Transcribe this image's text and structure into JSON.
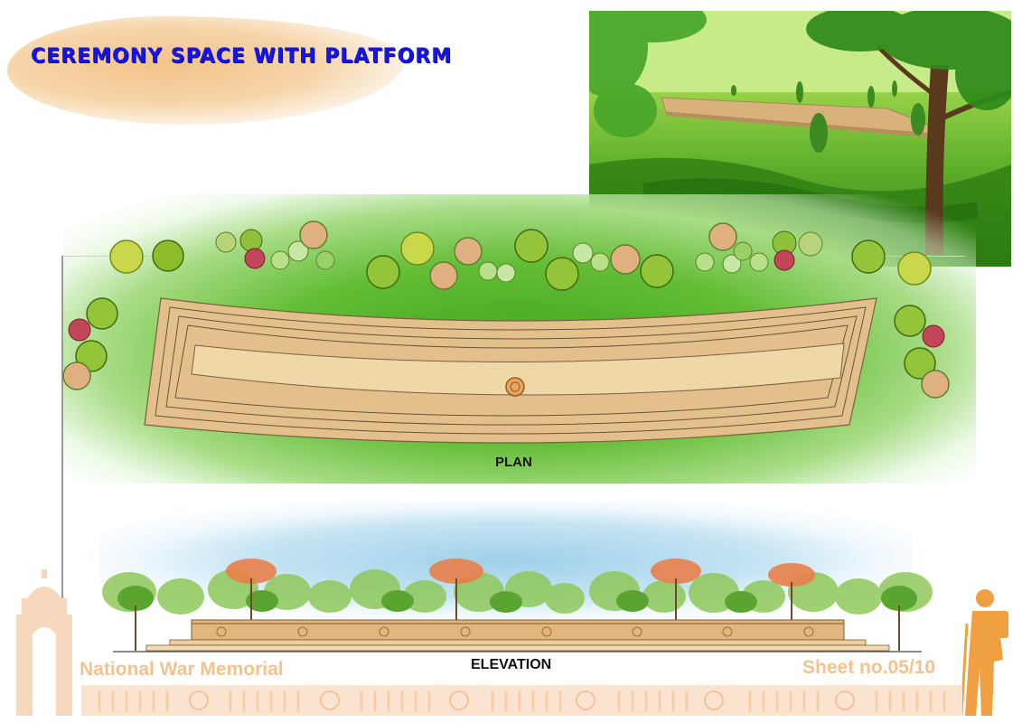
{
  "header": {
    "title": "CEREMONY SPACE WITH PLATFORM"
  },
  "drawing": {
    "plan_label": "PLAN",
    "elevation_label": "ELEVATION"
  },
  "footer": {
    "project_name": "National War Memorial",
    "sheet_number": "Sheet no.05/10"
  },
  "icons": [
    "india-gate-icon",
    "soldier-silhouette-icon",
    "emblem-medallion-icon",
    "tree-icon",
    "shrub-icon"
  ],
  "colors": {
    "title_blue": "#1515e6",
    "footer_orange": "#f4c28c",
    "platform_sand": "#e4be88",
    "lawn_green": "#4aab24"
  }
}
